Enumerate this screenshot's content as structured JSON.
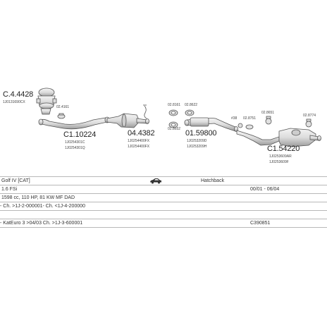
{
  "parts": {
    "cat_converter": {
      "code": "C.4.4428",
      "sub": "1J0131690CX"
    },
    "clamp_a": {
      "code": "02.4161"
    },
    "front_pipe": {
      "code": "C1.10224",
      "sub1": "1J0254301C",
      "sub2": "1J0254301Q"
    },
    "middle_silencer_front": {
      "code": "04.4382",
      "sub1": "1J0254400FX",
      "sub2": "1J0254400FX"
    },
    "clamp_b": {
      "code": "02.8161"
    },
    "clamp_c": {
      "code": "02.8622"
    },
    "clamp_d": {
      "code": "02.8652"
    },
    "middle_silencer": {
      "code": "01.59800",
      "sub1": "1J0253209D",
      "sub2": "1J0253209H"
    },
    "clamp_e": {
      "code": "#38"
    },
    "clamp_f": {
      "code": "02.8751"
    },
    "clamp_g": {
      "code": "02.8651"
    },
    "clamp_h": {
      "code": "02.8774"
    },
    "rear_silencer": {
      "code": "C1.54220",
      "sub1": "1J0253609AR",
      "sub2": "1J0253609F"
    }
  },
  "info": {
    "model": "Golf IV [CAT]",
    "body": "Hatchback",
    "engine": "1.6 FSi",
    "years": "00/01 - 06/04",
    "spec": "1598 cc, 110 HP, 81 KW MF DAD",
    "chassis": "- Ch. >1J-2-000001- Ch. <1J-4-200000",
    "catalyst": "- KatEuro 3 >04/03 Ch. >1J-3-600001",
    "ref": "C390851"
  },
  "colors": {
    "line": "#5a5a5a",
    "fill": "#e6e6e6",
    "shade": "#c9c9c9",
    "border": "#b8b8b8"
  },
  "icons": {
    "car_body": "hatchback-car-icon"
  }
}
